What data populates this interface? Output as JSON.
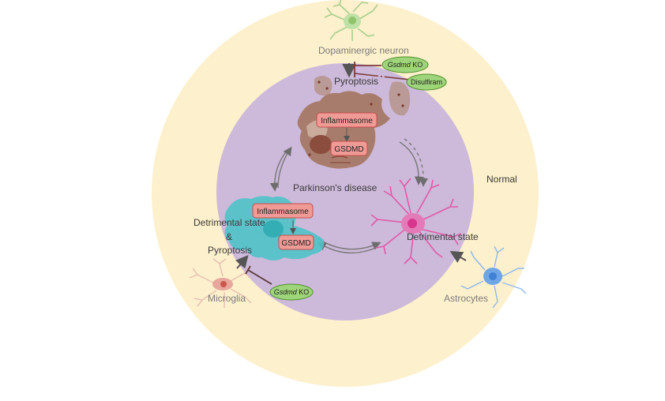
{
  "figure": {
    "title": "Pyroptosis in Parkinson's disease",
    "colors": {
      "normal_zone": "#fdf0cc",
      "disease_zone": "#cdb9da",
      "box_fill": "#f09a96",
      "box_stroke": "#c0504d",
      "pill_fill": "#9ed47a",
      "pill_stroke": "#4f8f2d",
      "neuron_green": "#bfe0a6",
      "astrocyte_blue": "#6fa6e6",
      "microglia_pink": "#e7a79d",
      "detrimental_magenta": "#e05aa8",
      "microglia_teal": "#4fc3c8",
      "neuron_dying_brown": "#a87c6c"
    }
  },
  "zones": {
    "outer_label": "Normal",
    "inner_label": "Parkinson's disease"
  },
  "cells": {
    "dopaminergic_neuron": {
      "label": "Dopaminergic neuron",
      "icon": "neuron-icon"
    },
    "dying_neuron": {
      "label": "Pyroptosis",
      "icon": "pyroptotic-cell-icon"
    },
    "microglia": {
      "label": "Microglia",
      "icon": "microglia-icon"
    },
    "activated_microglia": {
      "label_line1": "Detrimental state",
      "label_line2": "&",
      "label_line3": "Pyroptosis",
      "icon": "activated-microglia-icon"
    },
    "astrocytes": {
      "label": "Astrocytes",
      "icon": "astrocyte-icon"
    },
    "reactive_astrocyte": {
      "label": "Detrimental state",
      "icon": "reactive-astrocyte-icon"
    }
  },
  "boxes": {
    "neuron_inflammasome": "Inflammasome",
    "neuron_gsdmd": "GSDMD",
    "microglia_inflammasome": "Inflammasome",
    "microglia_gsdmd": "GSDMD"
  },
  "inhibitors": {
    "neuron_ko": {
      "gene": "Gsdmd",
      "suffix": " KO"
    },
    "neuron_drug": {
      "label": "Disulfiram"
    },
    "microglia_ko": {
      "gene": "Gsdmd",
      "suffix": " KO"
    }
  }
}
